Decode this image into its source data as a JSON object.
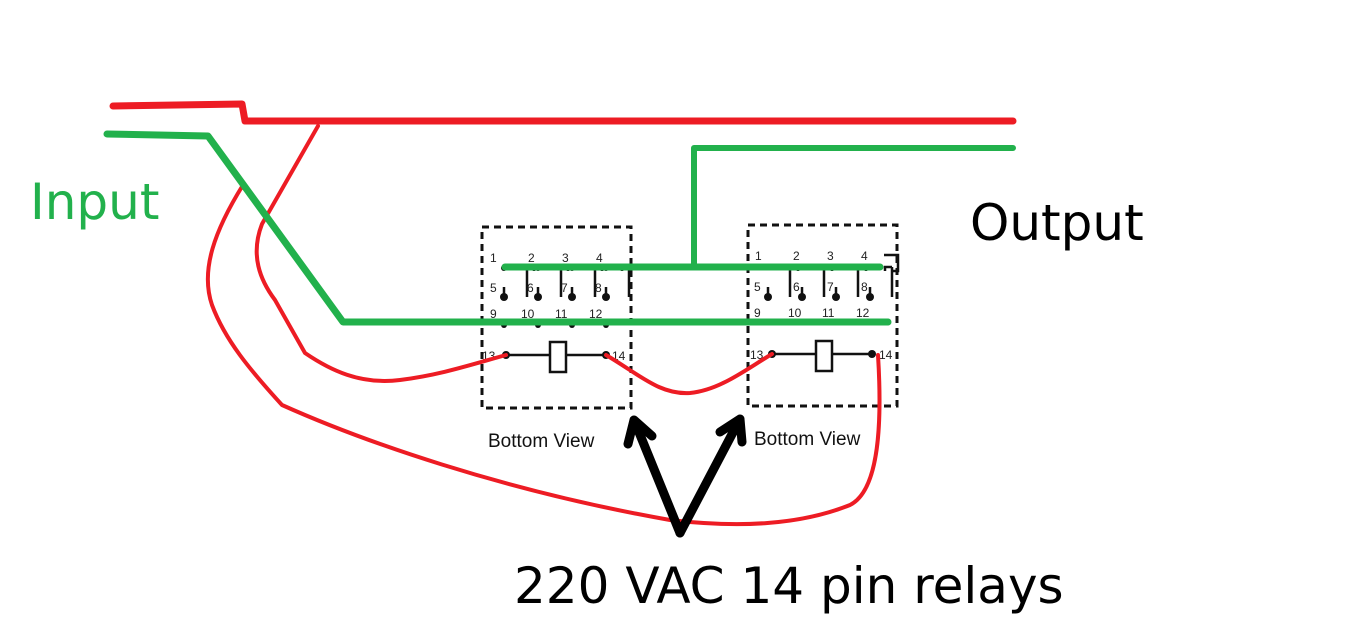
{
  "labels": {
    "input": "Input",
    "output": "Output",
    "caption": "220 VAC 14 pin relays"
  },
  "relays": [
    {
      "name": "relay-1",
      "view_label": "Bottom View",
      "pins": [
        "1",
        "2",
        "3",
        "4",
        "5",
        "6",
        "7",
        "8",
        "9",
        "10",
        "11",
        "12",
        "13",
        "14"
      ]
    },
    {
      "name": "relay-2",
      "view_label": "Bottom View",
      "pins": [
        "1",
        "2",
        "3",
        "4",
        "5",
        "6",
        "7",
        "8",
        "9",
        "10",
        "11",
        "12",
        "13",
        "14"
      ]
    }
  ],
  "colors": {
    "live_wire": "#ed1c24",
    "neutral_wire": "#22b14c",
    "input_label": "#22b14c",
    "ink": "#111111"
  }
}
